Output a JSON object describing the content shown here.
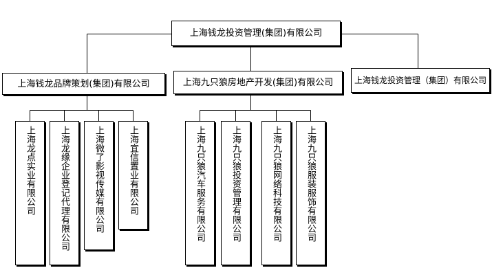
{
  "root": {
    "label": "上海钱龙投资管理(集团)有限公司"
  },
  "branches": [
    {
      "label": "上海钱龙品牌策划(集团)有限公司",
      "children": [
        "上海龙点实业有限公司",
        "上海龙缘企业登记代理有限公司",
        "上海微了影视传媒有限公司",
        "上海宜信置业有限公司"
      ]
    },
    {
      "label": "上海九只狼房地产开发(集团)有限公司",
      "children": [
        "上海九只狼汽车服务有限公司",
        "上海九只狼投资管理有限公司",
        "上海九只狼网络科技有限公司",
        "上海九只狼服装服饰有限公司"
      ]
    },
    {
      "label": "上海钱龙投资管理（集团）有限公司",
      "children": []
    }
  ]
}
